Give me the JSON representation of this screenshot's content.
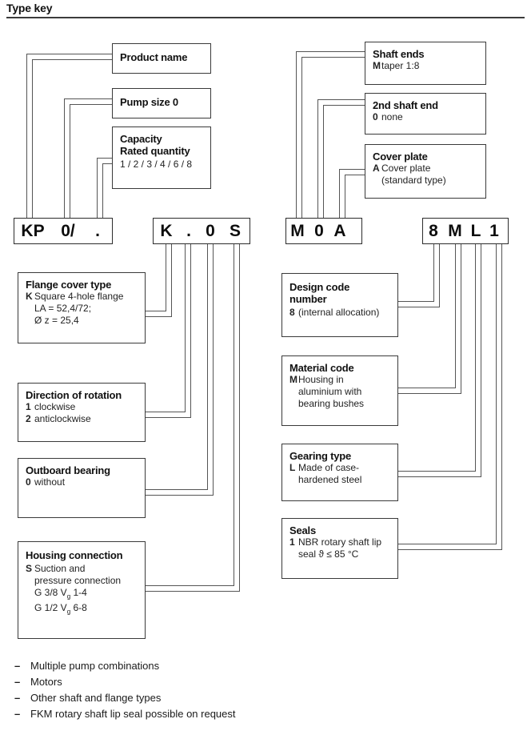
{
  "header": {
    "title": "Type key"
  },
  "code_groups": [
    {
      "name": "group-1",
      "chars": [
        "KP",
        "0/",
        "."
      ]
    },
    {
      "name": "group-2",
      "chars": [
        "K",
        ".",
        "0",
        "S"
      ]
    },
    {
      "name": "group-3",
      "chars": [
        "M",
        "0",
        "A"
      ]
    },
    {
      "name": "group-4",
      "chars": [
        "8",
        "M",
        "L",
        "1"
      ]
    }
  ],
  "boxes": {
    "product_name": {
      "title": "Product name",
      "rows": []
    },
    "pump_size": {
      "title": "Pump size 0",
      "rows": []
    },
    "capacity": {
      "title": "Capacity",
      "title2": "Rated quantity",
      "rows": [
        {
          "key": "",
          "text": "1 / 2 / 3 / 4 / 6 / 8"
        }
      ]
    },
    "shaft_ends": {
      "title": "Shaft ends",
      "rows": [
        {
          "key": "M",
          "text": "taper 1:8"
        }
      ]
    },
    "second_shaft": {
      "title": "2nd shaft end",
      "rows": [
        {
          "key": "0",
          "text": "none"
        }
      ]
    },
    "cover_plate": {
      "title": "Cover plate",
      "rows": [
        {
          "key": "A",
          "text": "Cover plate"
        },
        {
          "key": "",
          "text": "(standard type)"
        }
      ]
    },
    "flange_cover": {
      "title": "Flange cover type",
      "rows": [
        {
          "key": "K",
          "text": "Square 4-hole flange"
        },
        {
          "key": "",
          "text": "LA = 52,4/72;"
        },
        {
          "key": "",
          "text": "Ø z = 25,4"
        }
      ]
    },
    "direction": {
      "title": "Direction of rotation",
      "rows": [
        {
          "key": "1",
          "text": "clockwise"
        },
        {
          "key": "2",
          "text": "anticlockwise"
        }
      ]
    },
    "outboard": {
      "title": "Outboard bearing",
      "rows": [
        {
          "key": "0",
          "text": "without"
        }
      ]
    },
    "housing": {
      "title": "Housing connection",
      "rows": [
        {
          "key": "S",
          "text": "Suction and"
        },
        {
          "key": "",
          "text": "pressure connection"
        },
        {
          "key": "",
          "text": "G 3/8 Vg 1-4"
        },
        {
          "key": "",
          "text": "G 1/2 Vg 6-8"
        }
      ]
    },
    "design_code": {
      "title": "Design code",
      "title2": "number",
      "rows": [
        {
          "key": "8",
          "text": "(internal allocation)"
        }
      ]
    },
    "material_code": {
      "title": "Material code",
      "rows": [
        {
          "key": "M",
          "text": "Housing in"
        },
        {
          "key": "",
          "text": "aluminium with"
        },
        {
          "key": "",
          "text": "bearing bushes"
        }
      ]
    },
    "gearing_type": {
      "title": "Gearing type",
      "rows": [
        {
          "key": "L",
          "text": "Made of case-"
        },
        {
          "key": "",
          "text": "hardened steel"
        }
      ]
    },
    "seals": {
      "title": "Seals",
      "rows": [
        {
          "key": "1",
          "text": "NBR rotary shaft lip"
        },
        {
          "key": "",
          "text": "seal ϑ ≤  85 °C"
        }
      ]
    }
  },
  "notes": [
    "Multiple pump combinations",
    "Motors",
    "Other shaft and flange types",
    "FKM rotary shaft lip seal possible on request"
  ],
  "note_dash": "–",
  "colors": {
    "ink": "#1a1a1a",
    "box_border": "#3a3a3a",
    "wire": "#555555",
    "rule": "#3c3c3c",
    "background": "#ffffff"
  }
}
